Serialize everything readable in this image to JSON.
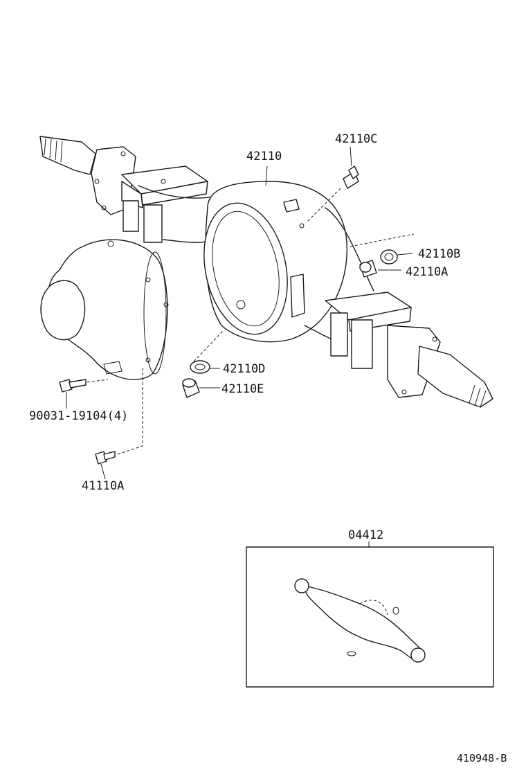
{
  "diagram": {
    "labels": {
      "axle_housing": "42110",
      "breather_plug": "42110C",
      "gasket_b": "42110B",
      "plug_a": "42110A",
      "gasket_d": "42110D",
      "plug_e": "42110E",
      "bolt": "90031-19104(4)",
      "bolt_b": "41110A",
      "kit": "04412"
    },
    "reference": "410948-B"
  }
}
